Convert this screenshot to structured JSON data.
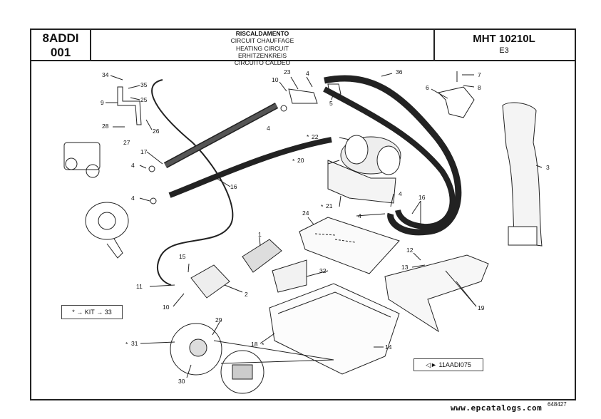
{
  "header": {
    "left_code_line1": "8ADDI",
    "left_code_line2": "001",
    "titles": [
      "RISCALDAMENTO",
      "CIRCUIT CHAUFFAGE",
      "HEATING CIRCUIT",
      "ERHITZENKREIS",
      "CIRCUITO CALDEO"
    ],
    "model": "MHT 10210L",
    "edition": "E3"
  },
  "callouts": [
    "34",
    "35",
    "25",
    "9",
    "26",
    "28",
    "27",
    "17",
    "4",
    "16",
    "10",
    "23",
    "4",
    "5",
    "36",
    "7",
    "8",
    "6",
    "3",
    "22",
    "20",
    "21",
    "4",
    "16",
    "4",
    "24",
    "1",
    "15",
    "11",
    "10",
    "2",
    "12",
    "13",
    "32",
    "19",
    "29",
    "31",
    "18",
    "14",
    "30",
    "4",
    "4"
  ],
  "kit_box": {
    "star": "*",
    "arrow": "→",
    "label": "KIT",
    "ref": "33"
  },
  "ref_box": {
    "label": "11AADI075"
  },
  "drawing_number": "648427",
  "watermark": "www.epcatalogs.com"
}
